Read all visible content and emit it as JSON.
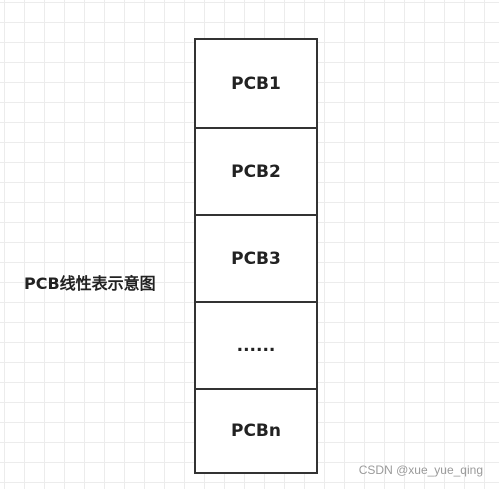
{
  "diagram": {
    "caption": "PCB线性表示意图",
    "blocks": [
      {
        "label": "PCB1"
      },
      {
        "label": "PCB2"
      },
      {
        "label": "PCB3"
      },
      {
        "label": "......"
      },
      {
        "label": "PCBn"
      }
    ]
  },
  "watermark": "CSDN @xue_yue_qing"
}
